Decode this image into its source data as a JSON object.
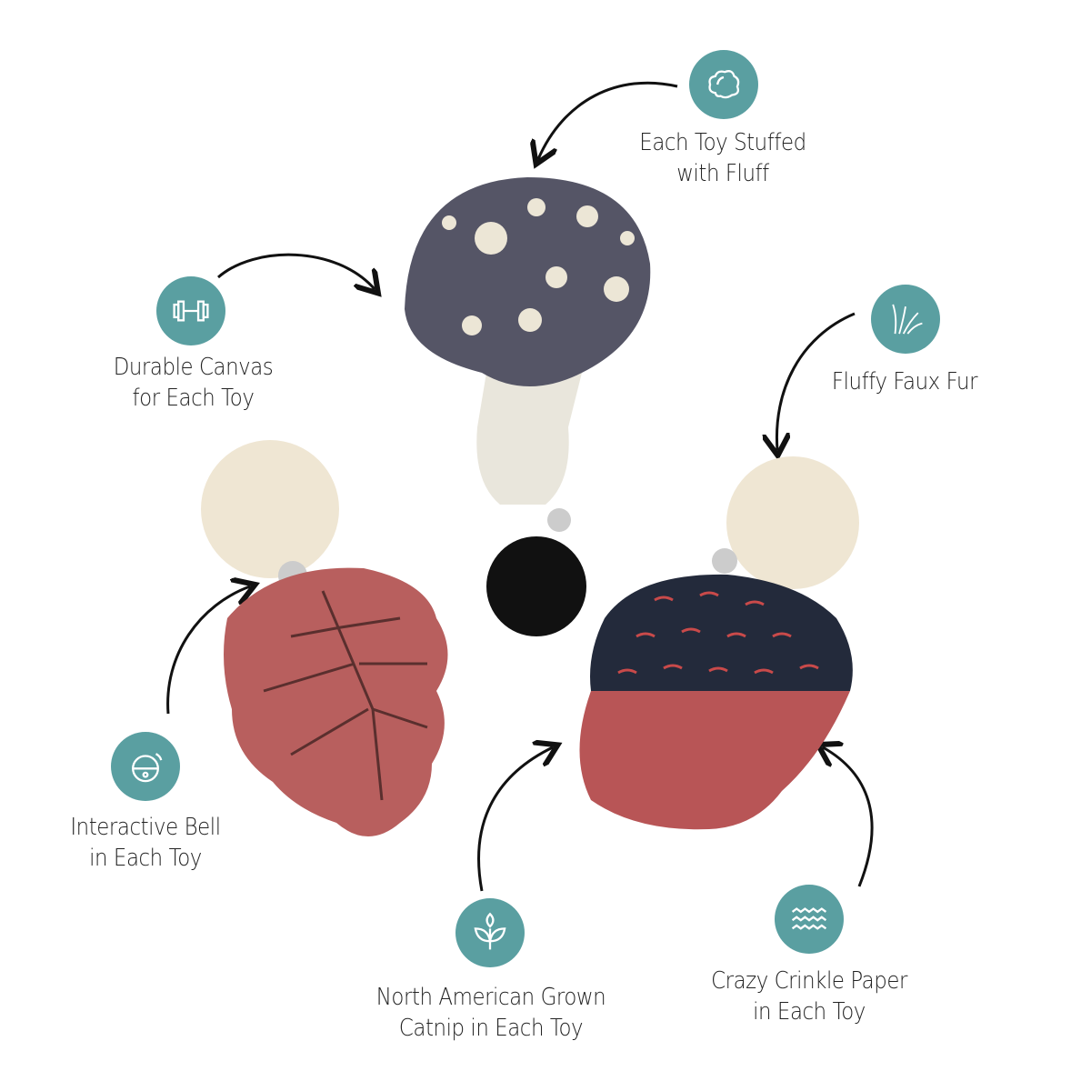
{
  "accent_color": "#5a9fa1",
  "features": [
    {
      "icon": "cotton-fluff-icon",
      "line1": "Each Toy Stuffed",
      "line2": "with Fluff"
    },
    {
      "icon": "dumbbell-icon",
      "line1": "Durable Canvas",
      "line2": "for Each Toy"
    },
    {
      "icon": "fur-strands-icon",
      "line1": "Fluffy Faux Fur",
      "line2": ""
    },
    {
      "icon": "bell-icon",
      "line1": "Interactive Bell",
      "line2": "in Each Toy"
    },
    {
      "icon": "leaf-sprout-icon",
      "line1": "North American Grown",
      "line2": "Catnip in Each Toy"
    },
    {
      "icon": "waves-icon",
      "line1": "Crazy Crinkle Paper",
      "line2": "in Each Toy"
    }
  ],
  "products": [
    "mushroom-toy",
    "leaf-toy",
    "acorn-toy"
  ]
}
